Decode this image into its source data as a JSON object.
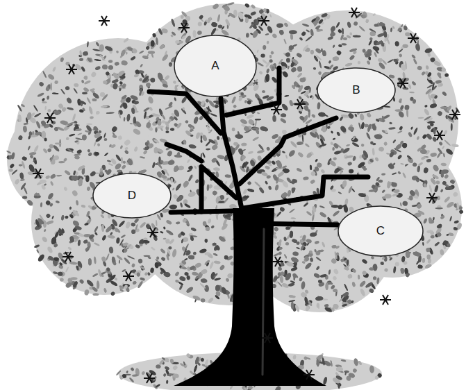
{
  "diagram": {
    "nodes": [
      {
        "text": [
          "A"
        ]
      },
      {
        "text": [
          "B"
        ]
      },
      {
        "text": [
          "D"
        ]
      },
      {
        "text": [
          "C"
        ]
      }
    ]
  }
}
